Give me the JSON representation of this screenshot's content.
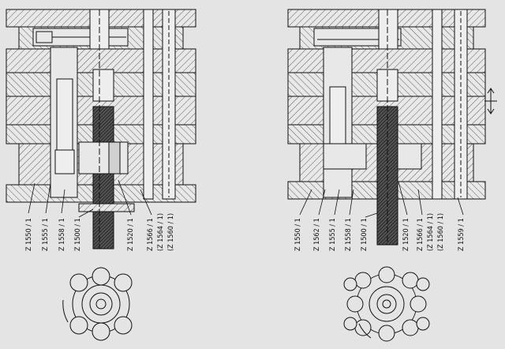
{
  "left_view": {
    "labels": [
      "Z 1550 / 1",
      "Z 1555 / 1",
      "Z 1558 / 1",
      "Z 1500 / 1",
      "Z 1520 / 1",
      "Z 1566 / 1",
      "(Z 1564 / 1)",
      "(Z 1560 / 1)"
    ]
  },
  "right_view": {
    "labels": [
      "Z 1550 / 1",
      "Z 1562 / 1",
      "Z 1555 / 1",
      "Z 1558 / 1",
      "Z 1500 / 1",
      "Z 1520 / 1",
      "Z 1566 / 1",
      "(Z 1564 / 1)",
      "(Z 1560 / 1)",
      "Z 1559 / 1"
    ]
  },
  "colors": {
    "background": "#e4e4e4",
    "line": "#111111",
    "plate": "#d8d8d8"
  }
}
